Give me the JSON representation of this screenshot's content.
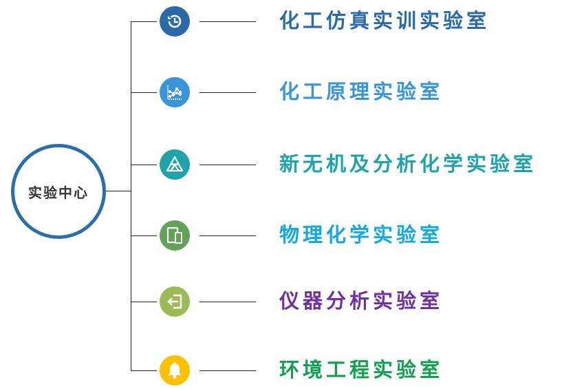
{
  "center": {
    "label": "实验中心",
    "color": "#2a6fa8"
  },
  "branches": [
    {
      "label": "化工仿真实训实验室",
      "icon": "history-clock-icon",
      "color": "#2a6aa8"
    },
    {
      "label": "化工原理实验室",
      "icon": "line-chart-icon",
      "color": "#3a95d8"
    },
    {
      "label": "新无机及分析化学实验室",
      "icon": "triangle-icon",
      "color": "#1fa3a8"
    },
    {
      "label": "物理化学实验室",
      "icon": "devices-icon",
      "color": "#12a8e0"
    },
    {
      "label": "仪器分析实验室",
      "icon": "sign-in-icon",
      "color": "#7030a0"
    },
    {
      "label": "环境工程实验室",
      "icon": "bell-icon",
      "color": "#11a050"
    }
  ],
  "icon_colors": [
    "#2a6aa8",
    "#3a95d8",
    "#1fa3a8",
    "#63a05a",
    "#9bbb59",
    "#ffc000"
  ]
}
